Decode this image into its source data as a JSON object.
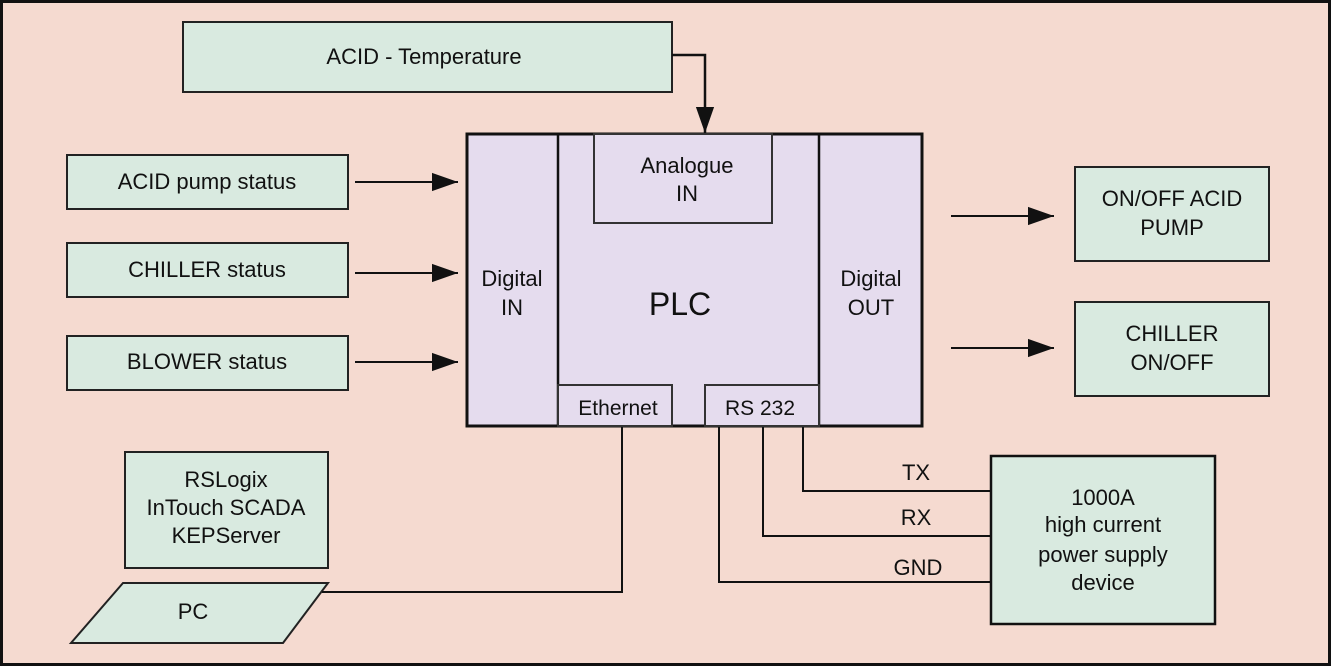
{
  "colors": {
    "background": "#f5dad0",
    "io_box_fill": "#d9eae0",
    "plc_fill": "#e5dcee",
    "stroke": "#111111"
  },
  "sensors": {
    "temperature": "ACID - Temperature",
    "acid_pump_status": "ACID pump status",
    "chiller_status": "CHILLER status",
    "blower_status": "BLOWER status"
  },
  "plc": {
    "title": "PLC",
    "digital_in": [
      "Digital",
      "IN"
    ],
    "analogue_in": [
      "Analogue",
      "IN"
    ],
    "digital_out": [
      "Digital",
      "OUT"
    ],
    "ethernet": "Ethernet",
    "rs232": "RS 232"
  },
  "outputs": {
    "acid_pump": [
      "ON/OFF ACID",
      "PUMP"
    ],
    "chiller": [
      "CHILLER",
      "ON/OFF"
    ]
  },
  "pc": {
    "software": [
      "RSLogix",
      "InTouch SCADA",
      "KEPServer"
    ],
    "label": "PC"
  },
  "serial": {
    "tx": "TX",
    "rx": "RX",
    "gnd": "GND"
  },
  "power_supply": [
    "1000A",
    "high current",
    "power supply",
    "device"
  ]
}
